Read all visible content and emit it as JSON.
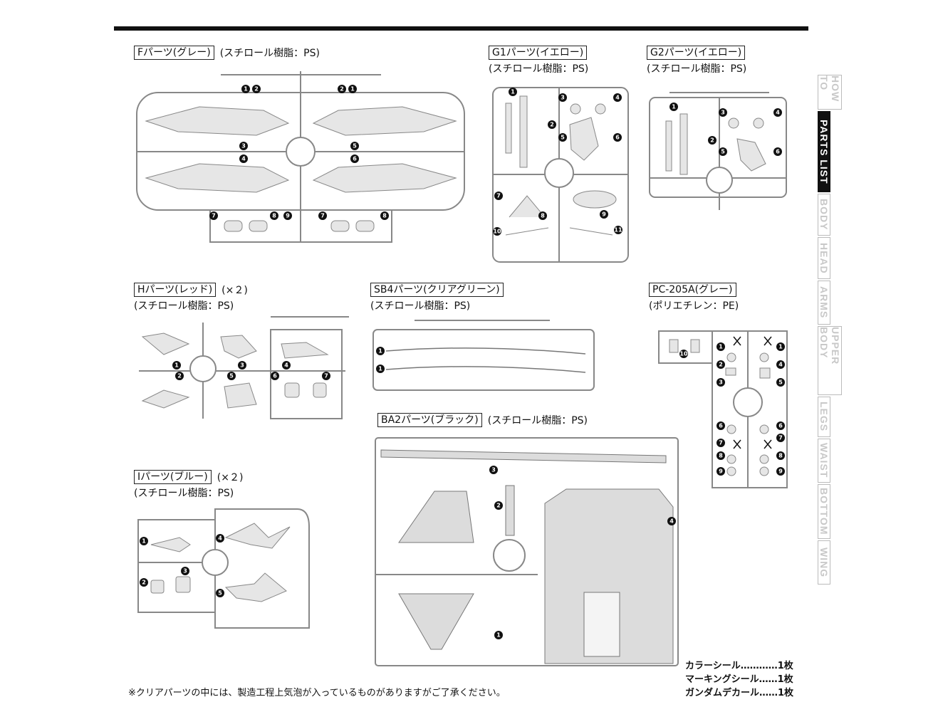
{
  "sections": {
    "f": {
      "tag": "Fパーツ(グレー)",
      "extra": "(スチロール樹脂：PS)",
      "sub": ""
    },
    "g1": {
      "tag": "G1パーツ(イエロー)",
      "extra": "",
      "sub": "(スチロール樹脂：PS)"
    },
    "g2": {
      "tag": "G2パーツ(イエロー)",
      "extra": "",
      "sub": "(スチロール樹脂：PS)"
    },
    "h": {
      "tag": "Hパーツ(レッド)",
      "extra": "(×２)",
      "sub": "(スチロール樹脂：PS)"
    },
    "sb4": {
      "tag": "SB4パーツ(クリアグリーン)",
      "extra": "",
      "sub": "(スチロール樹脂：PS)"
    },
    "pc": {
      "tag": "PC-205A(グレー)",
      "extra": "",
      "sub": "(ポリエチレン：PE)"
    },
    "i": {
      "tag": "Iパーツ(ブルー)",
      "extra": "(×２)",
      "sub": "(スチロール樹脂：PS)"
    },
    "ba2": {
      "tag": "BA2パーツ(ブラック)",
      "extra": "(スチロール樹脂：PS)",
      "sub": ""
    }
  },
  "side_tabs": [
    "HOW TO",
    "PARTS LIST",
    "BODY",
    "HEAD",
    "ARMS",
    "UPPER BODY",
    "LEGS",
    "WAIST",
    "BOTTOM",
    "WING"
  ],
  "active_tab": "PARTS LIST",
  "footnote": "※クリアパーツの中には、製造工程上気泡が入っているものがありますがご了承ください。",
  "stickers": [
    "カラーシール…………1枚",
    "マーキングシール……1枚",
    "ガンダムデカール……1枚"
  ]
}
